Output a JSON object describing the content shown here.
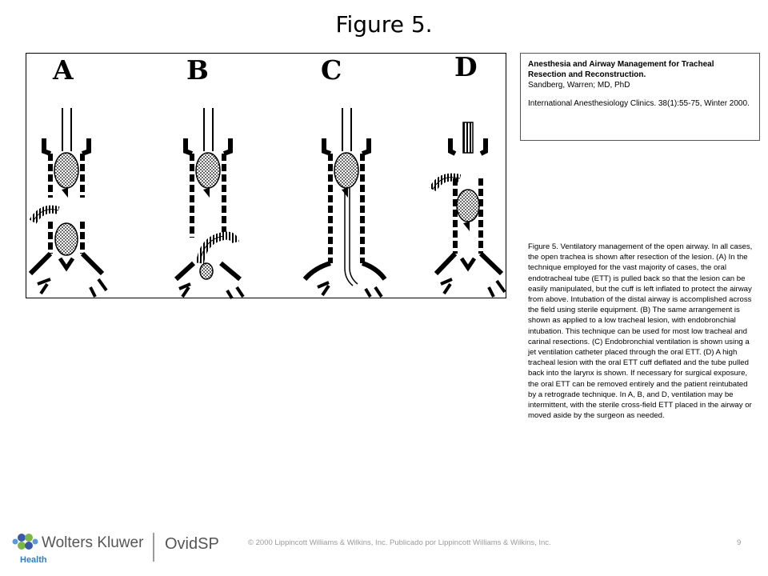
{
  "slide": {
    "title": "Figure 5.",
    "page_number": "9"
  },
  "figure": {
    "panels": [
      "A",
      "B",
      "C",
      "D"
    ]
  },
  "reference": {
    "title": "Anesthesia and Airway Management for Tracheal Resection and Reconstruction.",
    "authors": "Sandberg, Warren; MD, PhD",
    "citation": "International Anesthesiology Clinics. 38(1):55-75, Winter 2000."
  },
  "caption": "Figure 5.  Ventilatory management of the open airway. In all cases, the open trachea is shown after resection of the lesion. (A) In the technique employed for the vast majority of cases, the oral endotracheal tube (ETT) is pulled back so that the lesion can be easily manipulated, but the cuff is left inflated to protect the airway from above. Intubation of the distal airway is accomplished across the field using sterile equipment.  (B) The same arrangement is shown as applied to a low tracheal lesion, with endobronchial  intubation. This technique can be used for most low tracheal and carinal resections. (C) Endobronchial ventilation is shown using a jet ventilation catheter placed through the oral ETT. (D) A high tracheal lesion with the oral ETT cuff deflated and the tube pulled back into the larynx is shown. If necessary for surgical exposure, the oral ETT can be removed entirely and the patient reintubated by a retrograde technique.  In A, B, and D, ventilation may be intermittent, with the sterile cross-field ETT placed in the airway or moved aside by the surgeon as needed.",
  "footer": {
    "brand": "Wolters Kluwer",
    "brand_sub": "Health",
    "product": "OvidSP",
    "copyright": "© 2000 Lippincott Williams & Wilkins, Inc.  Publicado por Lippincott Williams & Wilkins, Inc.",
    "colors": {
      "brand_blue": "#3b5aa6",
      "brand_green": "#7ab648",
      "health_blue": "#2f7fc1"
    }
  }
}
